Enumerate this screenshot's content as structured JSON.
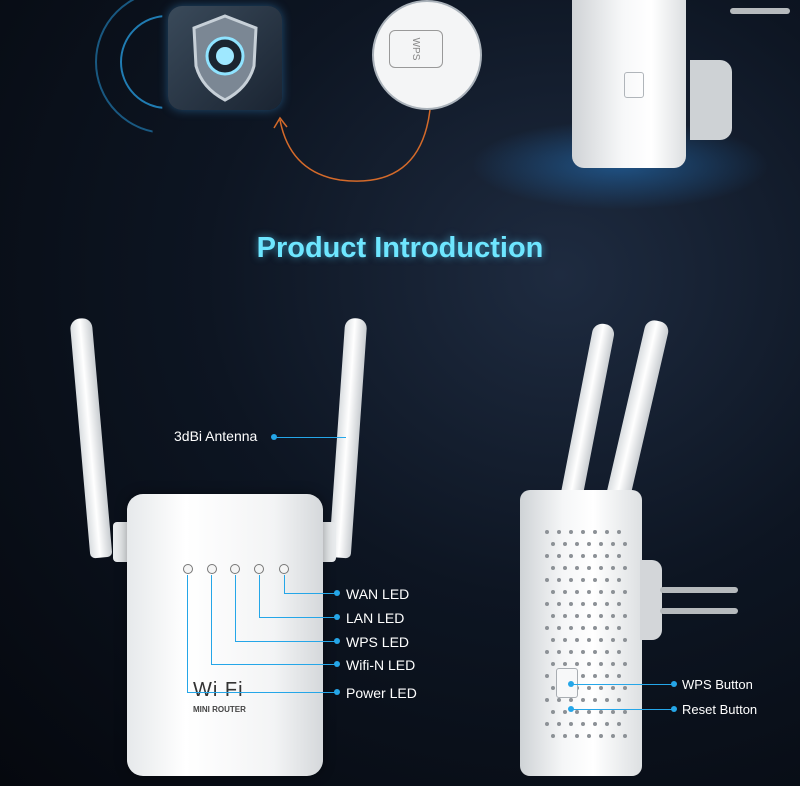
{
  "title": "Product Introduction",
  "callouts": {
    "antenna": "3dBi Antenna",
    "wan_led": "WAN LED",
    "lan_led": "LAN LED",
    "wps_led": "WPS LED",
    "wifi_led": "Wifi-N LED",
    "power_led": "Power LED",
    "wps_button": "WPS Button",
    "reset_button": "Reset Button"
  },
  "device": {
    "logo": "Wi Fi",
    "model": "MINI ROUTER",
    "wps_key": "WPS"
  },
  "colors": {
    "accent": "#25a6e8",
    "title": "#6ee6ff",
    "background": "#0d1522"
  }
}
